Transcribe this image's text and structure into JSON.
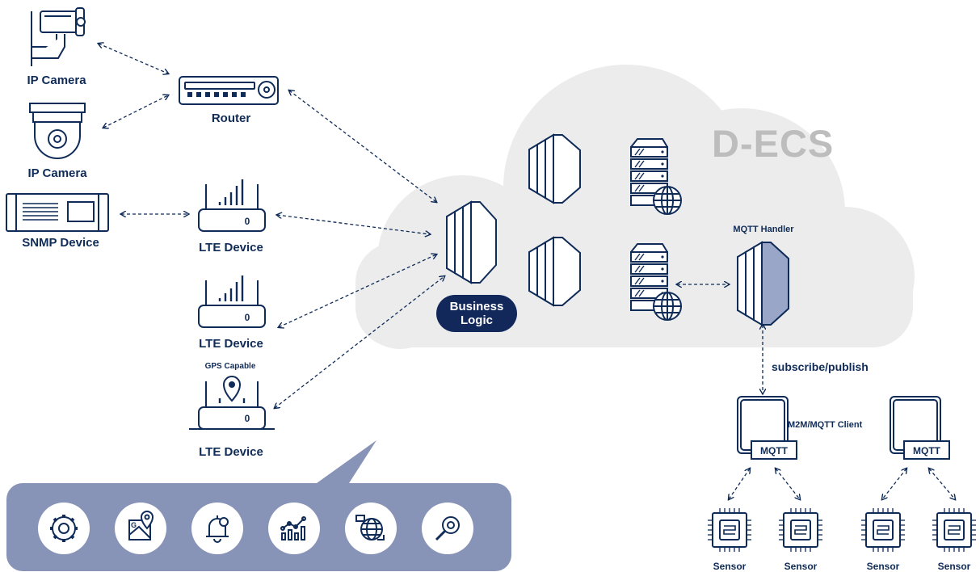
{
  "diagram": {
    "title": "D-ECS",
    "business_logic": [
      "Business",
      "Logic"
    ],
    "mqtt_handler_label": "MQTT Handler",
    "subscribe_label": "subscribe/publish",
    "m2m_label": "M2M/MQTT Client",
    "mqtt_badge": "MQTT",
    "devices": {
      "ip_camera_1": "IP Camera",
      "ip_camera_2": "IP Camera",
      "router": "Router",
      "snmp": "SNMP Device",
      "lte_1": "LTE Device",
      "lte_2": "LTE Device",
      "lte_3": "LTE Device",
      "gps": "GPS Capable",
      "lte_digit": "0"
    },
    "sensors": [
      "Sensor",
      "Sensor",
      "Sensor",
      "Sensor"
    ],
    "toolbar_icons": [
      "gear-icon",
      "map-pin-icon",
      "bell-icon",
      "analytics-icon",
      "globe-icon",
      "magnifier-icon"
    ]
  },
  "colors": {
    "navy": "#0f2b57",
    "cloud": "#ececec",
    "toolbar": "#8793b7",
    "handler": "#9aa6c8",
    "title": "#bdbdbd"
  }
}
